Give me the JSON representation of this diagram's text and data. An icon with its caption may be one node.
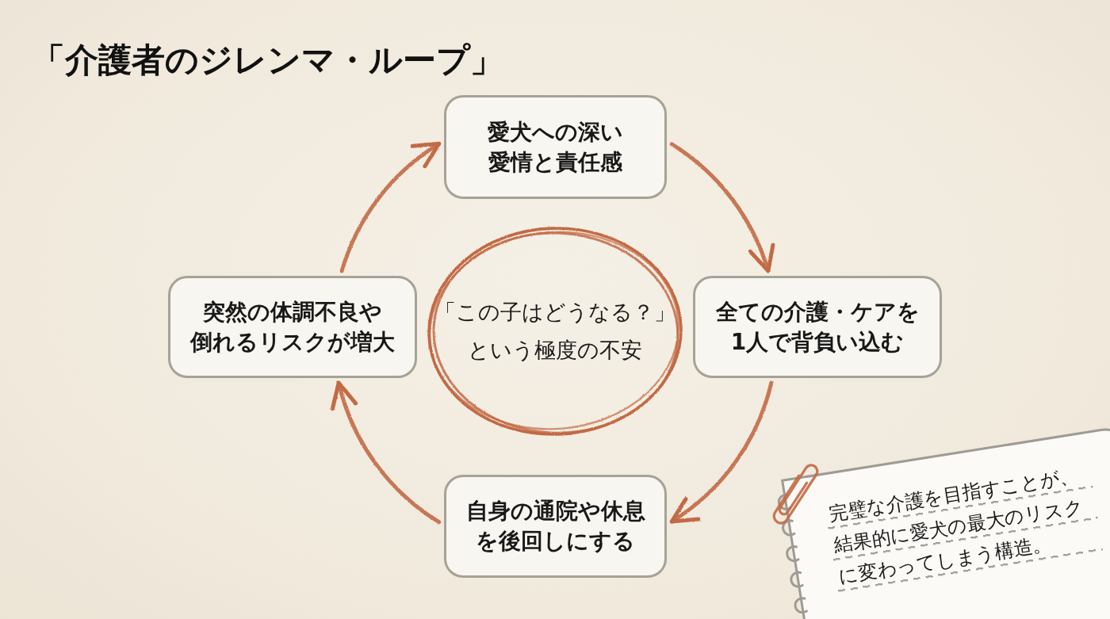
{
  "diagram": {
    "title": "「介護者のジレンマ・ループ」",
    "nodes": [
      {
        "text": [
          "愛犬への深い愛情と責任感"
        ]
      },
      {
        "text": [
          "突然の体調不良や倒れるリスクが増大"
        ]
      },
      {
        "text": [
          "「この子はどうなる？」という極度の不安"
        ]
      },
      {
        "text": [
          "全ての介護・ケアを1人で背負い込む"
        ]
      },
      {
        "text": [
          "自身の通院や休息を後回しにする"
        ]
      },
      {
        "text": [
          "完璧な介護を目指すことが、結果的に愛犬の最大のリスクに変わってしまう構造。"
        ]
      }
    ],
    "edges": [
      {
        "from": 0,
        "to": 3,
        "arrow": "to"
      },
      {
        "from": 3,
        "to": 4,
        "arrow": "to"
      },
      {
        "from": 4,
        "to": 1,
        "arrow": "to"
      },
      {
        "from": 1,
        "to": 0,
        "arrow": "to"
      }
    ]
  }
}
